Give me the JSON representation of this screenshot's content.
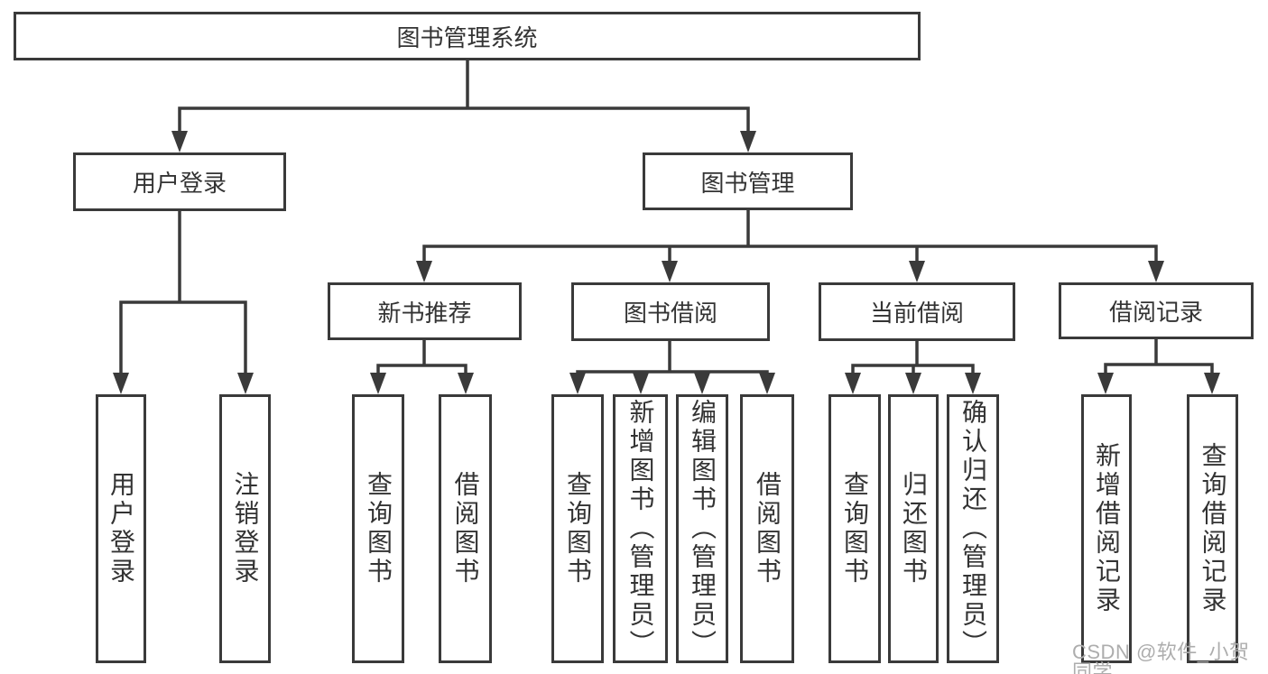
{
  "diagram_type": "tree",
  "tree": {
    "label": "图书管理系统",
    "children": [
      {
        "label": "用户登录",
        "children": [
          {
            "label": "用户登录"
          },
          {
            "label": "注销登录"
          }
        ]
      },
      {
        "label": "图书管理",
        "children": [
          {
            "label": "新书推荐",
            "children": [
              {
                "label": "查询图书"
              },
              {
                "label": "借阅图书"
              }
            ]
          },
          {
            "label": "图书借阅",
            "children": [
              {
                "label": "查询图书"
              },
              {
                "label": "新增图书（管理员）"
              },
              {
                "label": "编辑图书（管理员）"
              },
              {
                "label": "借阅图书"
              }
            ]
          },
          {
            "label": "当前借阅",
            "children": [
              {
                "label": "查询图书"
              },
              {
                "label": "归还图书"
              },
              {
                "label": "确认归还（管理员）"
              }
            ]
          },
          {
            "label": "借阅记录",
            "children": [
              {
                "label": "新增借阅记录"
              },
              {
                "label": "查询借阅记录"
              }
            ]
          }
        ]
      }
    ]
  },
  "watermark": {
    "text": "CSDN @软件_小贺同学"
  },
  "colors": {
    "line": "#3a3a3a",
    "text": "#333333",
    "background": "#ffffff",
    "watermark": "#adadad"
  }
}
